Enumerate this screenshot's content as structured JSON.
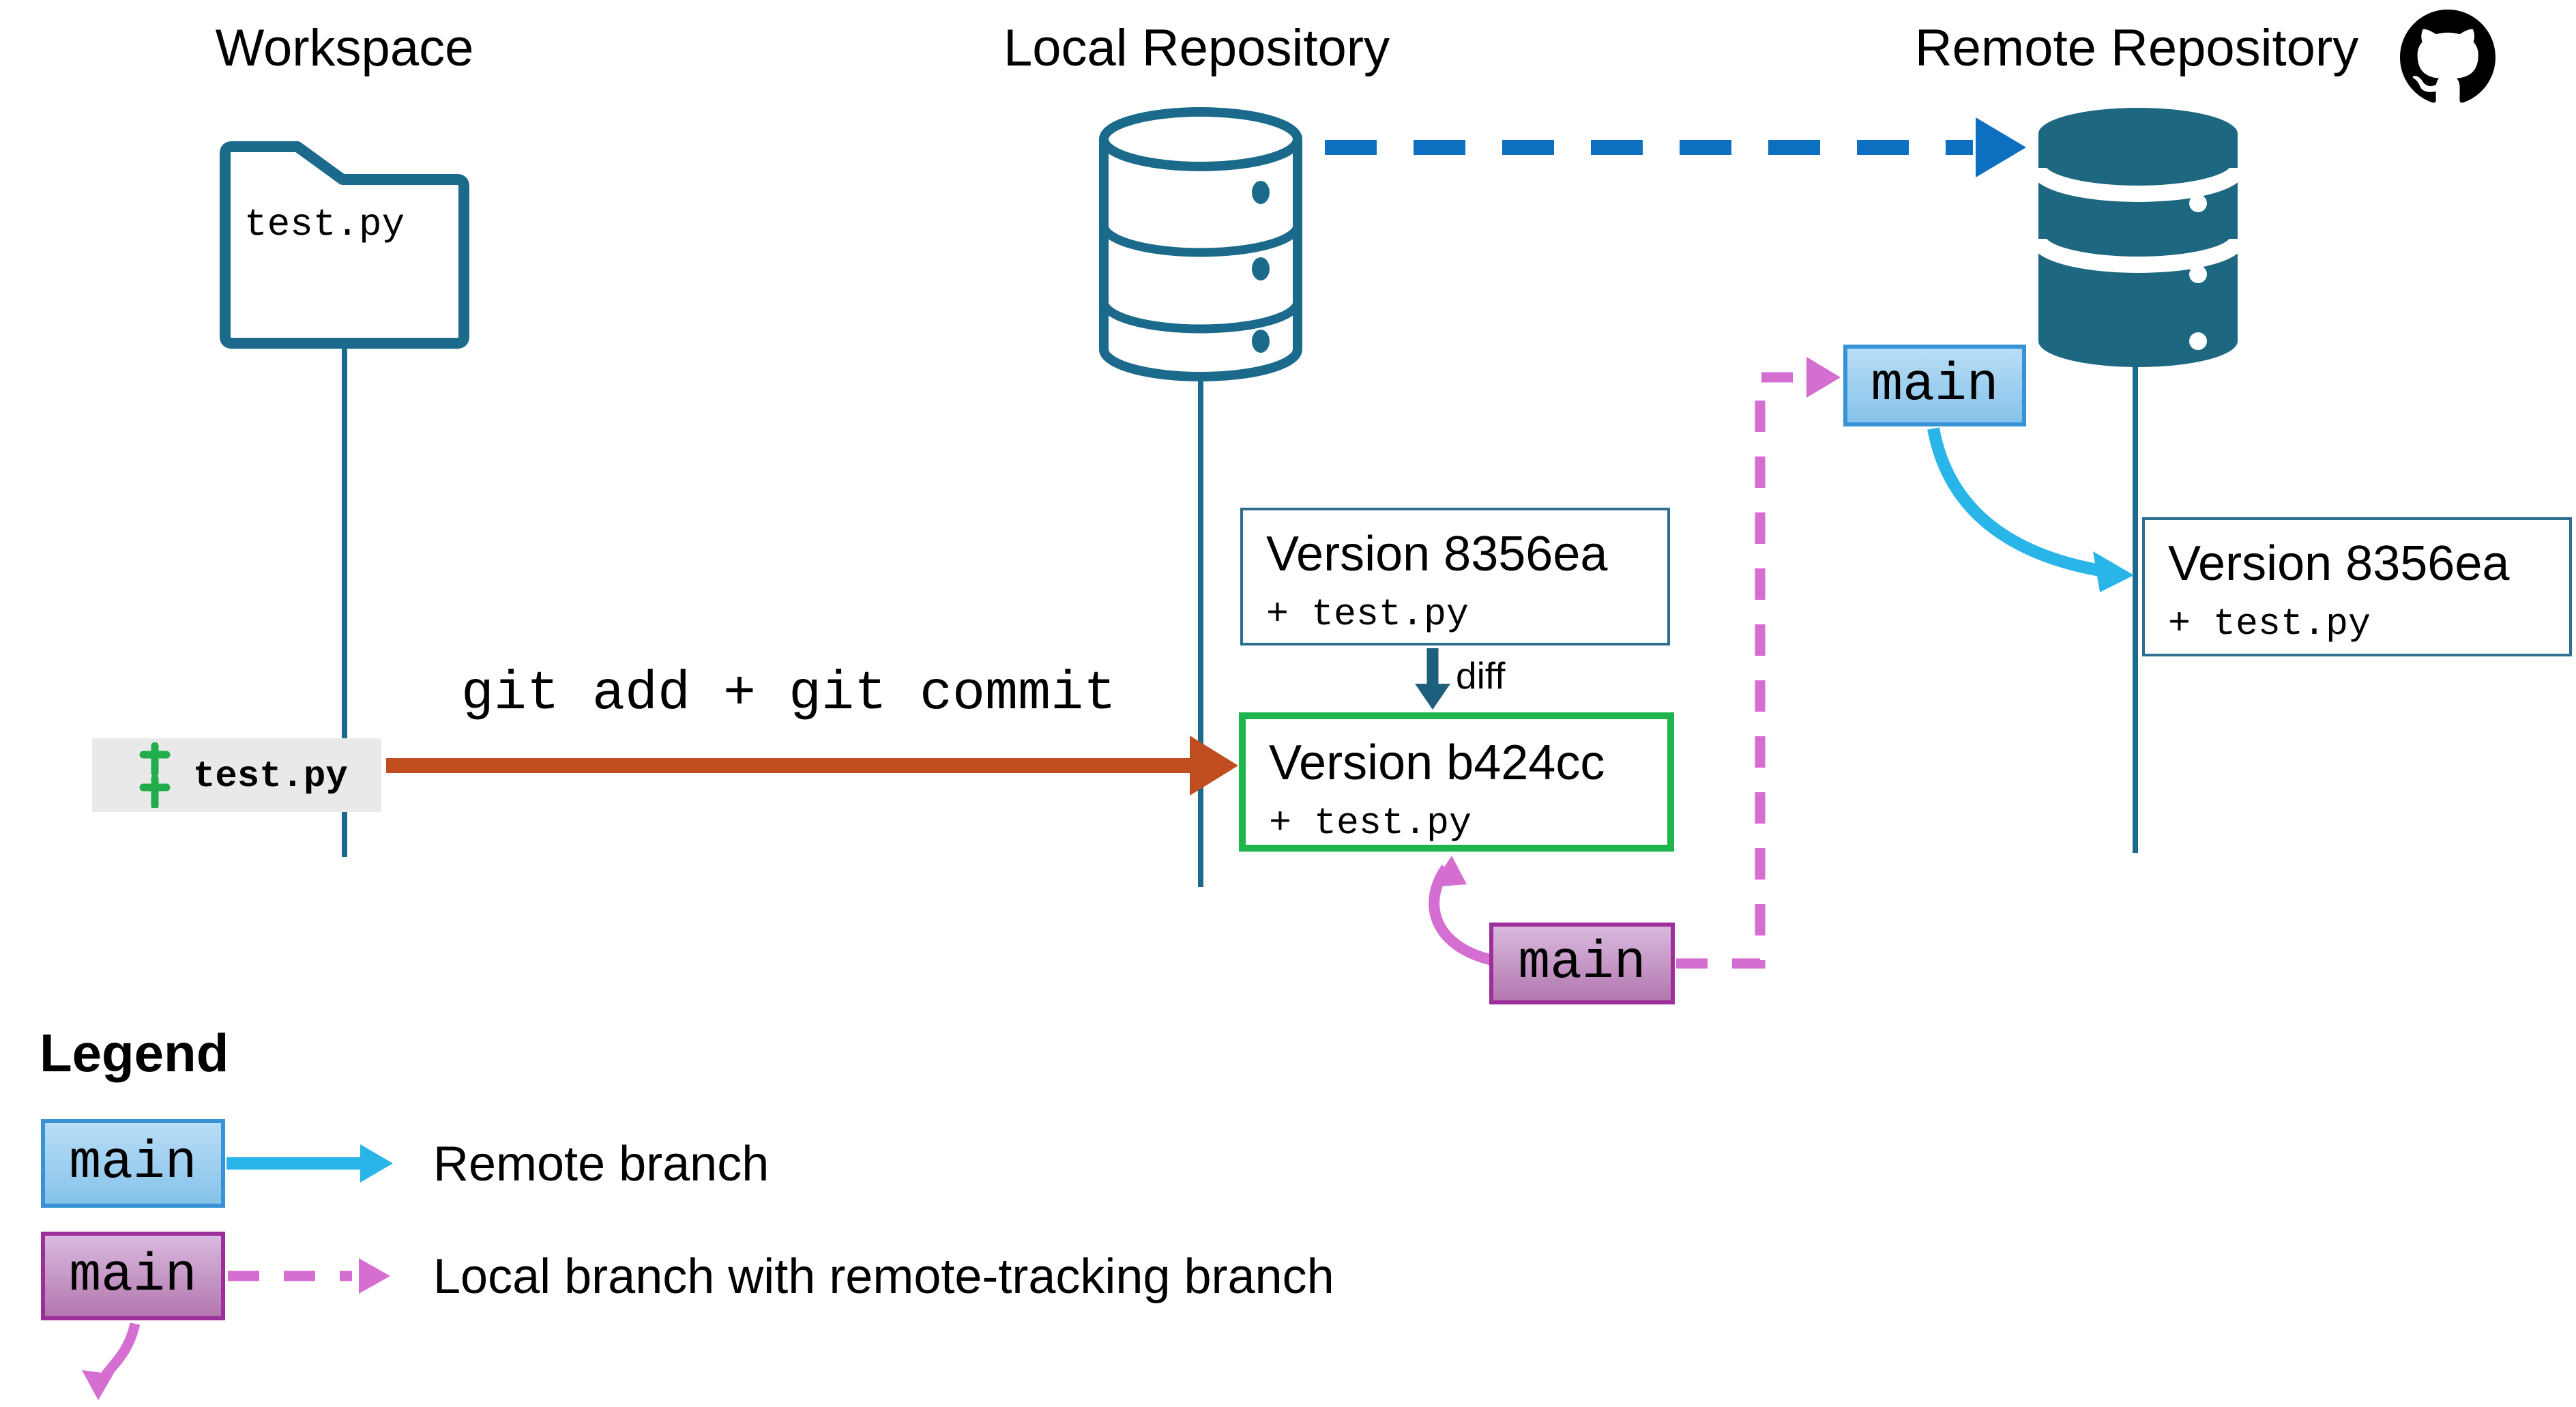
{
  "columns": {
    "workspace": {
      "title": "Workspace"
    },
    "local_repository": {
      "title": "Local Repository"
    },
    "remote_repository": {
      "title": "Remote Repository"
    }
  },
  "workspace": {
    "folder_file": "test.py",
    "staged_file": "test.py"
  },
  "labels": {
    "commit_arrow": "git add + git commit",
    "diff_arrow": "diff"
  },
  "local_repository": {
    "previous_version": {
      "title": "Version 8356ea",
      "change": "+ test.py"
    },
    "current_version": {
      "title": "Version b424cc",
      "change": "+ test.py"
    },
    "branch": "main"
  },
  "remote_repository": {
    "branch": "main",
    "version": {
      "title": "Version 8356ea",
      "change": "+ test.py"
    }
  },
  "legend": {
    "heading": "Legend",
    "items": [
      {
        "box_label": "main",
        "description": "Remote branch"
      },
      {
        "box_label": "main",
        "description": "Local branch with remote-tracking branch"
      }
    ]
  },
  "icons": {
    "github": "github-octocat-icon",
    "workspace_folder": "folder-icon",
    "local_database": "database-cylinder-outline-icon",
    "remote_database": "database-cylinder-filled-icon",
    "staged_markers": "git-added-lines-icon"
  },
  "colors": {
    "teal_outline": "#1b6a8c",
    "teal_fill": "#1d6781",
    "push_blue": "#0d6fc0",
    "diff_arrow_teal": "#1e5f7e",
    "commit_orange": "#bf4d1f",
    "version_border": "#2e6e8e",
    "current_version_green": "#1db54c",
    "remote_branch_cyan": "#29b5e8",
    "tracking_pink": "#d46ed0",
    "local_branch_border": "#9d2f9b",
    "remote_branch_border": "#3793d5",
    "staged_bg": "#e9e9e9",
    "added_green": "#21ad4b"
  }
}
